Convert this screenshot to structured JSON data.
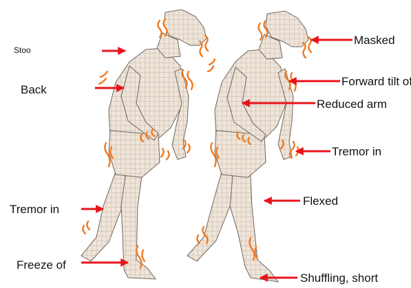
{
  "labels": {
    "stoo": "Stoo",
    "back": "Back",
    "tremor_in_left": "Tremor in",
    "freeze_of": "Freeze of",
    "masked": "Masked",
    "forward_tilt": "Forward tilt of",
    "reduced_arm": "Reduced arm",
    "tremor_in_right": "Tremor in",
    "flexed": "Flexed",
    "shuffling": "Shuffling, short"
  },
  "colors": {
    "arrow": "#e8141b",
    "tremor": "#f07a22",
    "skin": "#efe4d8",
    "mesh": "#9a8f86",
    "text": "#111111"
  }
}
